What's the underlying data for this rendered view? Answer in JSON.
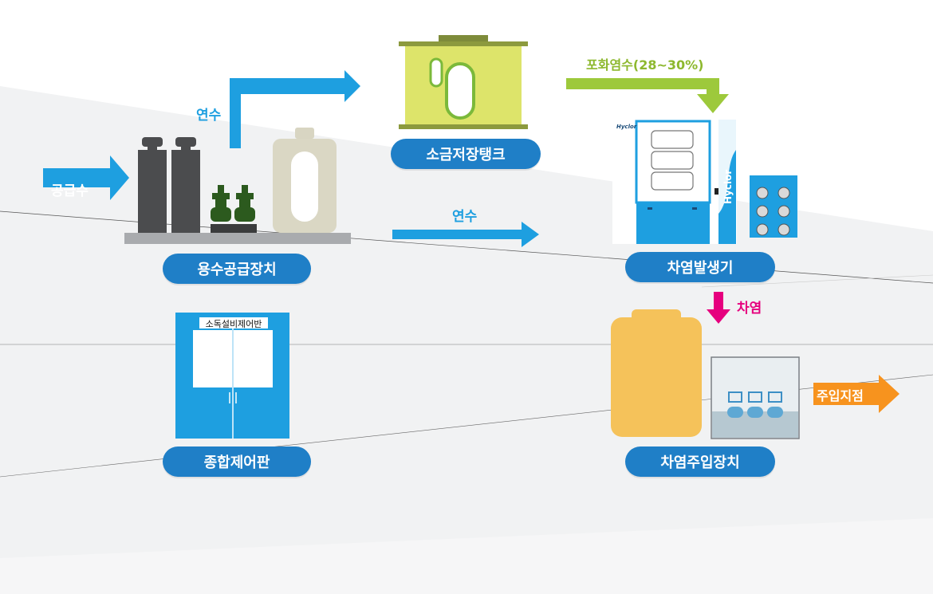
{
  "flow_labels": {
    "supply_water": "공급수",
    "soft_water_top": "연수",
    "soft_water_mid": "연수",
    "saturated_brine": "포화염수(28~30%)",
    "hypochlorite": "차염",
    "injection_point": "주입지점"
  },
  "equipment": {
    "water_supply_unit": "용수공급장치",
    "salt_storage_tank": "소금저장탱크",
    "hypochlorite_generator": "차염발생기",
    "control_panel": "종합제어판",
    "hypochlorite_injection_unit": "차염주입장치"
  },
  "panel_sign": "소독설비제어반",
  "brand": {
    "logo_small": "Hyclor",
    "logo_vertical": "Hyclor"
  },
  "colors": {
    "blue_arrow": "#1e9fe0",
    "pill_blue": "#1f7fc7",
    "brine_green": "#9dc93b",
    "pink_arrow": "#e6007e",
    "orange_arrow": "#f7931e",
    "tank_yellow_green": "#dde46a",
    "injection_tank_yellow": "#f5c25a"
  }
}
